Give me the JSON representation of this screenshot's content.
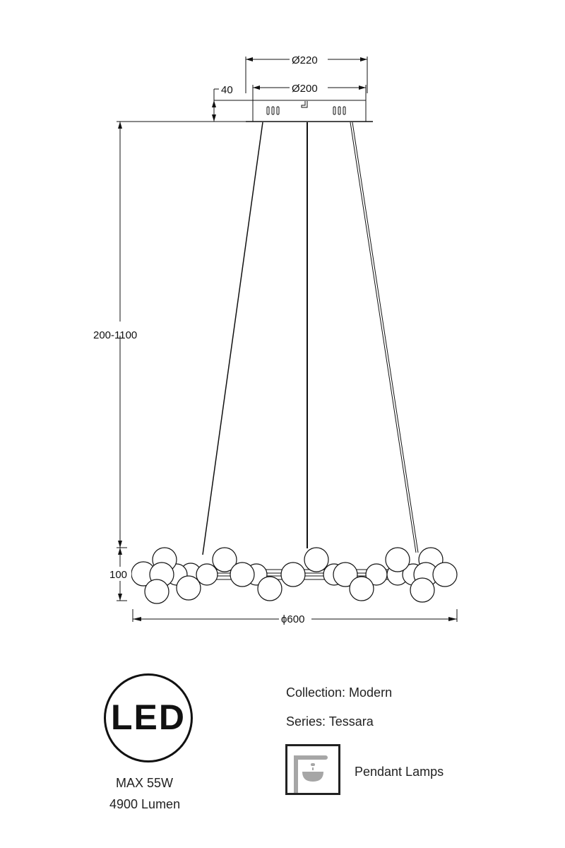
{
  "drawing": {
    "canopy_outer_diameter": "Ø220",
    "canopy_inner_diameter": "Ø200",
    "canopy_height": "40",
    "suspension_length": "200-1100",
    "body_height": "100",
    "body_diameter": "ϕ600"
  },
  "specs": {
    "led_logo": "LED",
    "power": "MAX 55W",
    "lumen": "4900 Lumen",
    "collection": "Collection: Modern",
    "series": "Series: Tessara",
    "category": "Pendant Lamps"
  },
  "icons": {
    "category_icon": "pendant-lamp-icon"
  },
  "colors": {
    "line": "#111111",
    "icon_gray": "#a6a6a6"
  }
}
